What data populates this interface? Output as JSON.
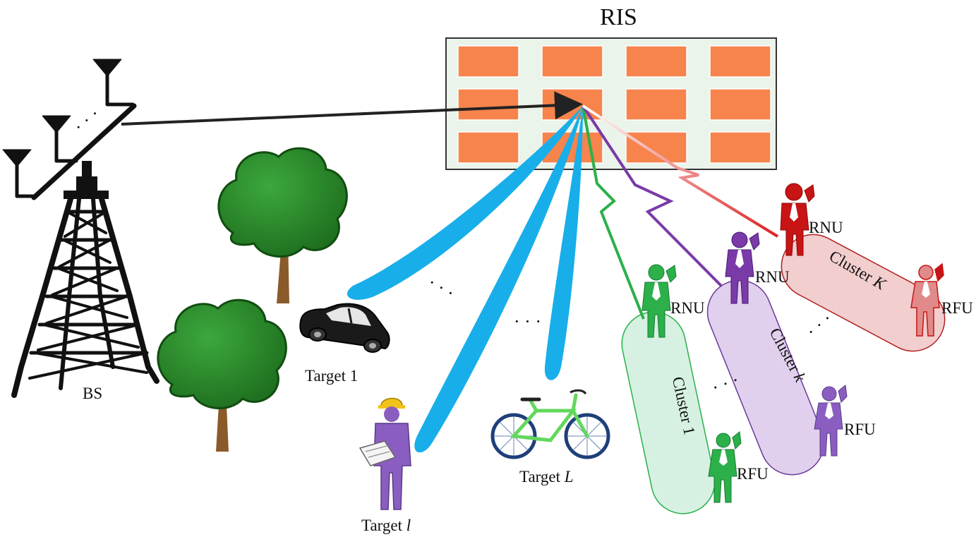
{
  "labels": {
    "ris": "RIS",
    "bs": "BS",
    "target_1": "Target 1",
    "target_l_prefix": "Target ",
    "target_l_var": "l",
    "target_L_prefix": "Target ",
    "target_L_var": "L",
    "rnu": "RNU",
    "rfu": "RFU",
    "cluster_1": "Cluster 1",
    "cluster_k_prefix": "Cluster ",
    "cluster_k_var": "k",
    "cluster_K_prefix": "Cluster ",
    "cluster_K_var": "K",
    "dots": "· · ·",
    "antenna_dots": "· · ·"
  },
  "colors": {
    "ris_panel": "#eaf4ea",
    "ris_element": "#f6844c",
    "beam": "#18aeea",
    "cluster_1": "#2bb04a",
    "cluster_k": "#7a3aa8",
    "cluster_K": "#c81414",
    "tree_leaf": "#2f8f2f",
    "tree_trunk": "#8b5a2b"
  },
  "icons": {
    "tower": "cell-tower-icon",
    "car": "car-icon",
    "bicycle": "bicycle-icon",
    "tree": "tree-icon",
    "user": "user-phone-icon",
    "worker": "worker-icon"
  }
}
